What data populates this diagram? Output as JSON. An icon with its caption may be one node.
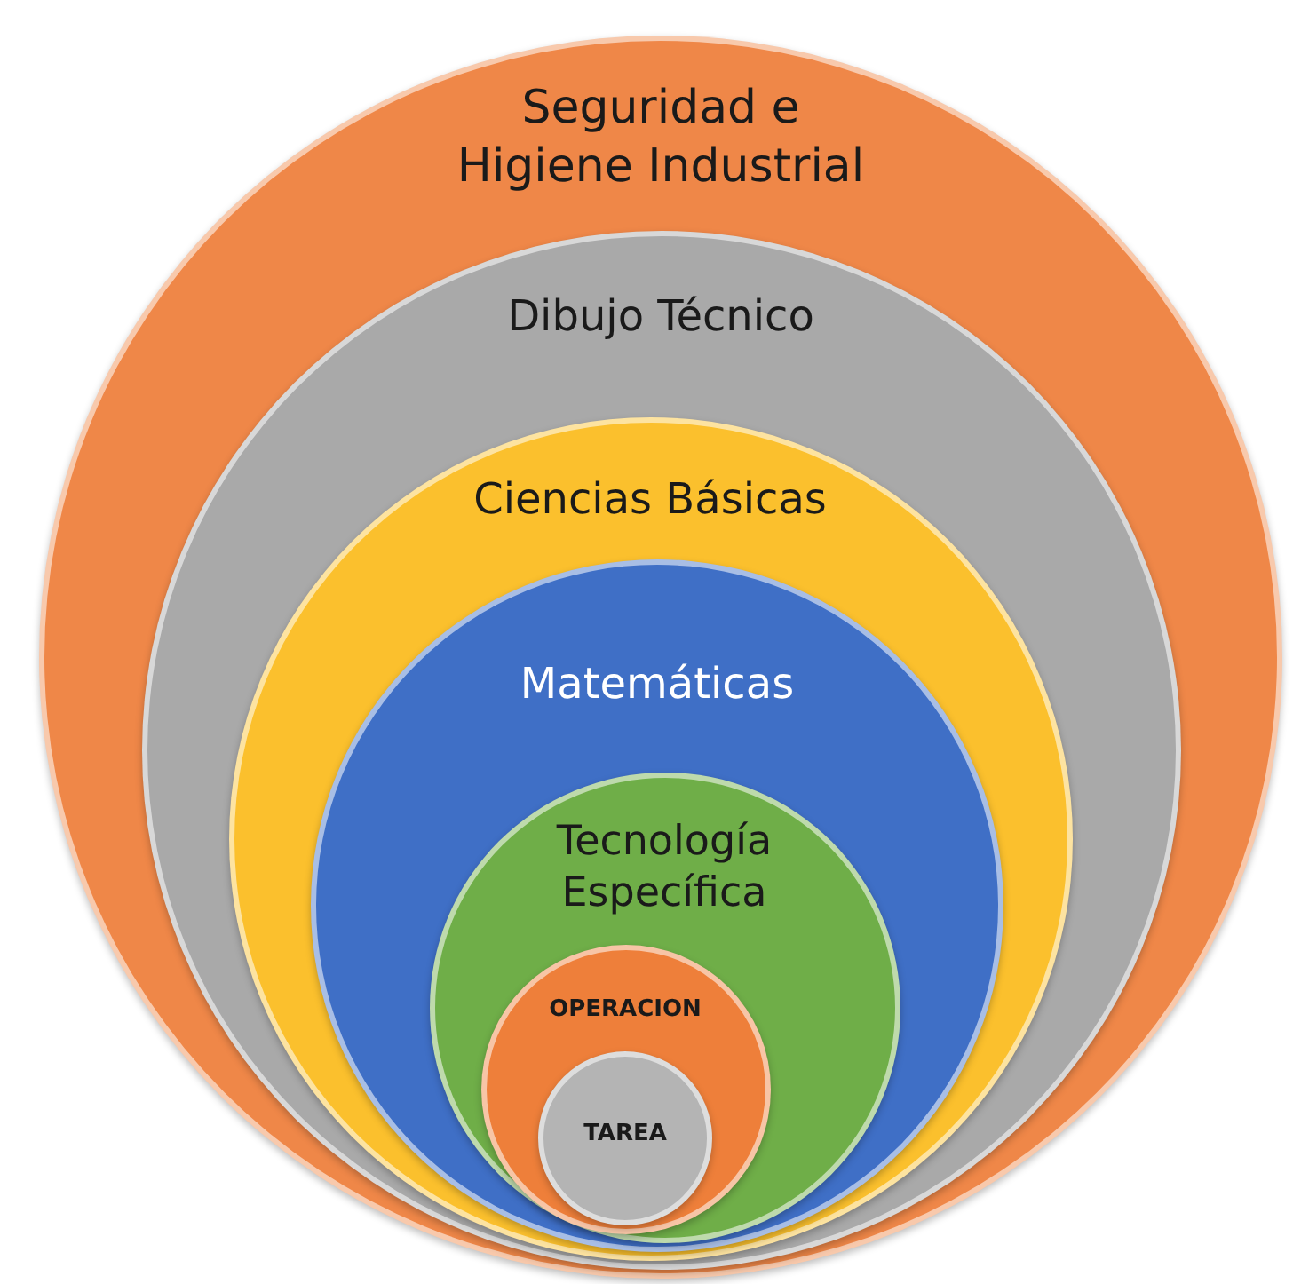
{
  "diagram": {
    "nodes": [
      {
        "text": [
          "Seguridad e Higiene Industrial"
        ]
      },
      {
        "text": [
          "Dibujo Técnico"
        ],
        "in": 0
      },
      {
        "text": [
          "Ciencias Básicas"
        ],
        "in": 1
      },
      {
        "text": [
          "Matemáticas"
        ],
        "in": 2
      },
      {
        "text": [
          "Tecnología Específica"
        ],
        "in": 3
      },
      {
        "text": [
          "OPERACION"
        ],
        "in": 4
      },
      {
        "text": [
          "TAREA"
        ],
        "in": 5
      }
    ]
  }
}
